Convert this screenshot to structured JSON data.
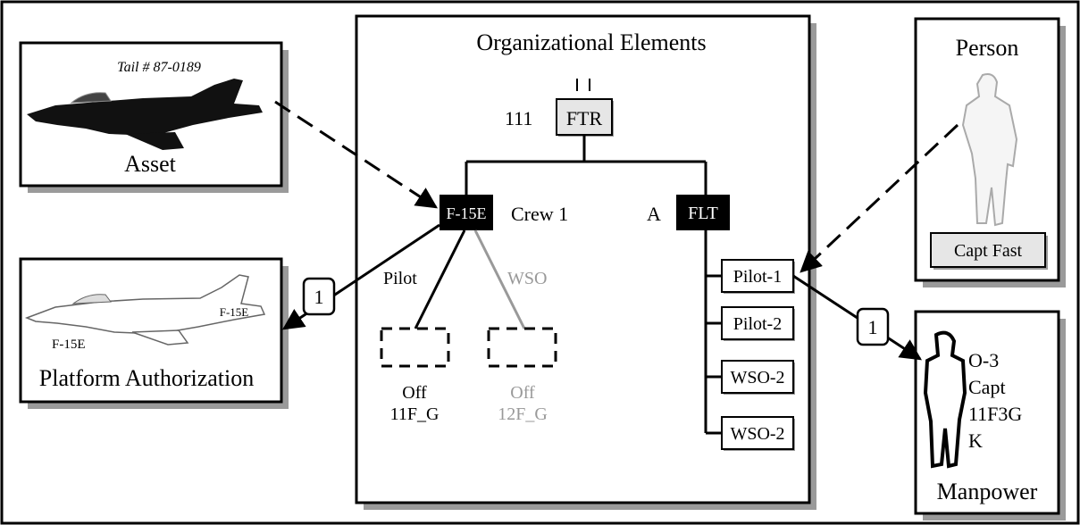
{
  "org_panel": {
    "title": "Organizational Elements",
    "root_number": "111",
    "root_unit": "FTR",
    "crew_unit": "F-15E",
    "crew_label": "Crew 1",
    "flight_prefix": "A",
    "flight_unit": "FLT",
    "pilot_position_label": "Pilot",
    "wso_position_label": "WSO",
    "pilot_slot_line1": "Off",
    "pilot_slot_line2": "11F_G",
    "wso_slot_line1": "Off",
    "wso_slot_line2": "12F_G",
    "flight_members": [
      "Pilot-1",
      "Pilot-2",
      "WSO-2",
      "WSO-2"
    ]
  },
  "asset_panel": {
    "tail_number": "Tail # 87-0189",
    "label": "Asset"
  },
  "platform_panel": {
    "tail_marking": "F-15E",
    "nose_marking": "F-15E",
    "label": "Platform Authorization"
  },
  "person_panel": {
    "title": "Person",
    "name": "Capt Fast"
  },
  "manpower_panel": {
    "lines": [
      "O-3",
      "Capt",
      "11F3G",
      "K"
    ],
    "label": "Manpower"
  },
  "cardinality": {
    "platform_link": "1",
    "manpower_link": "1"
  },
  "colors": {
    "unit_fill_dark": "#000000",
    "unit_fill_light": "#e6e6e6",
    "shadow": "#9a9a9a",
    "muted_text": "#999999"
  }
}
